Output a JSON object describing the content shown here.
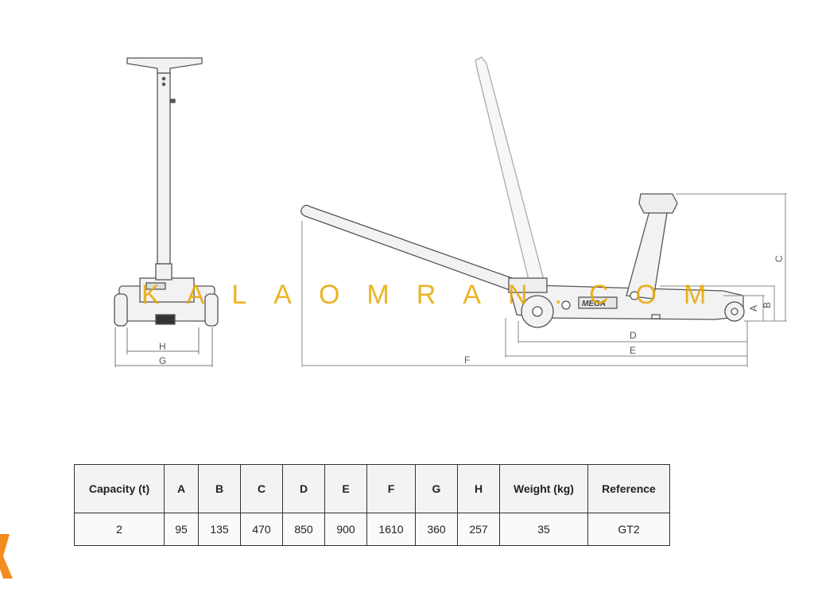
{
  "watermark": "KALAOMRAN.COM",
  "brand_plate": "MEGA",
  "dimension_labels": {
    "A": "A",
    "B": "B",
    "C": "C",
    "D": "D",
    "E": "E",
    "F": "F",
    "G": "G",
    "H": "H"
  },
  "table": {
    "headers": [
      "Capacity (t)",
      "A",
      "B",
      "C",
      "D",
      "E",
      "F",
      "G",
      "H",
      "Weight (kg)",
      "Reference"
    ],
    "rows": [
      [
        "2",
        "95",
        "135",
        "470",
        "850",
        "900",
        "1610",
        "360",
        "257",
        "35",
        "GT2"
      ]
    ]
  },
  "colors": {
    "line": "#555555",
    "watermark": "#e8a800",
    "logo": "#f28c1e"
  }
}
